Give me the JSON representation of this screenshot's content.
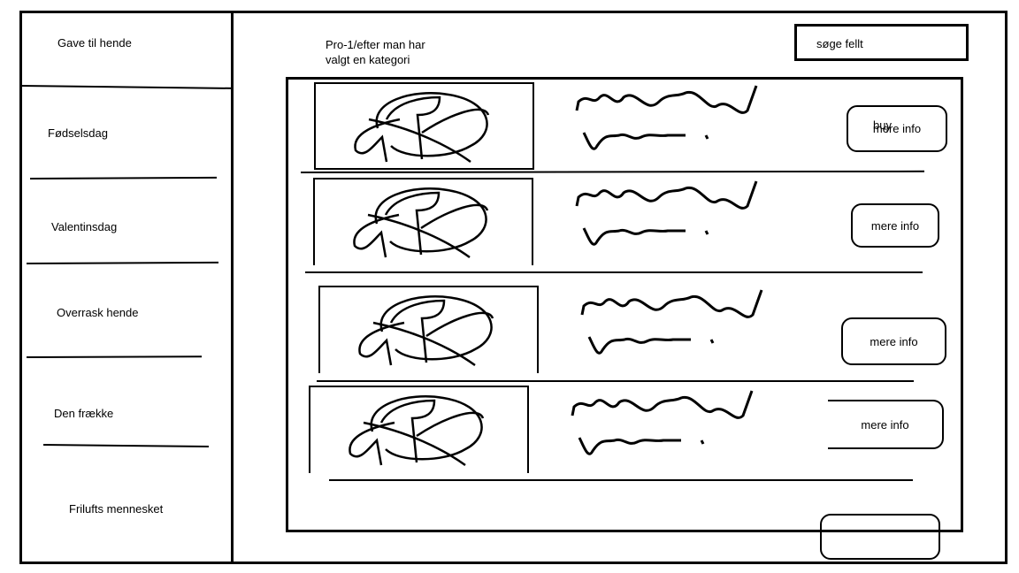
{
  "sidebar": {
    "items": [
      {
        "label": "Gave til hende"
      },
      {
        "label": "Fødselsdag"
      },
      {
        "label": "Valentinsdag"
      },
      {
        "label": "Overrask hende"
      },
      {
        "label": "Den frække"
      },
      {
        "label": "Frilufts mennesket"
      }
    ]
  },
  "header": {
    "breadcrumb_line1": "Pro-1/efter man har",
    "breadcrumb_line2": "valgt en kategori",
    "search_label": "søge fellt"
  },
  "products": [
    {
      "button_label": "mere info",
      "overlay_label": "buy"
    },
    {
      "button_label": "mere info"
    },
    {
      "button_label": "mere info"
    },
    {
      "button_label": "mere info"
    }
  ],
  "footer": {
    "button_label": ""
  }
}
